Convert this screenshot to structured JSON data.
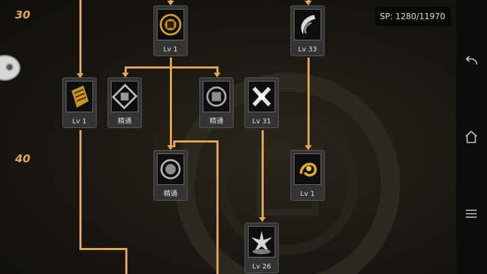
{
  "hud": {
    "sp": "SP: 1280/11970"
  },
  "levels": {
    "l30": "30",
    "l40": "40"
  },
  "nodes": [
    {
      "id": "gold-seal-skill",
      "label": "Lv 1",
      "icon": "gold-seal-icon"
    },
    {
      "id": "claw-slash-skill",
      "label": "Lv 33",
      "icon": "claw-slash-icon"
    },
    {
      "id": "gold-scroll-skill",
      "label": "Lv 1",
      "icon": "gold-scroll-icon"
    },
    {
      "id": "shout-mastery-skill",
      "label": "精通",
      "icon": "shout-glyph-icon"
    },
    {
      "id": "earth-mastery-skill",
      "label": "精通",
      "icon": "earth-glyph-icon"
    },
    {
      "id": "cross-strike-skill",
      "label": "Lv 31",
      "icon": "cross-strike-icon"
    },
    {
      "id": "ground-mastery-skill",
      "label": "精通",
      "icon": "ground-glyph-icon"
    },
    {
      "id": "gold-vortex-skill",
      "label": "Lv 1",
      "icon": "gold-vortex-icon"
    },
    {
      "id": "impact-burst-skill",
      "label": "Lv 26",
      "icon": "impact-burst-icon"
    }
  ],
  "nav": {
    "back": "back-icon",
    "home": "home-icon",
    "menu": "menu-icon"
  }
}
